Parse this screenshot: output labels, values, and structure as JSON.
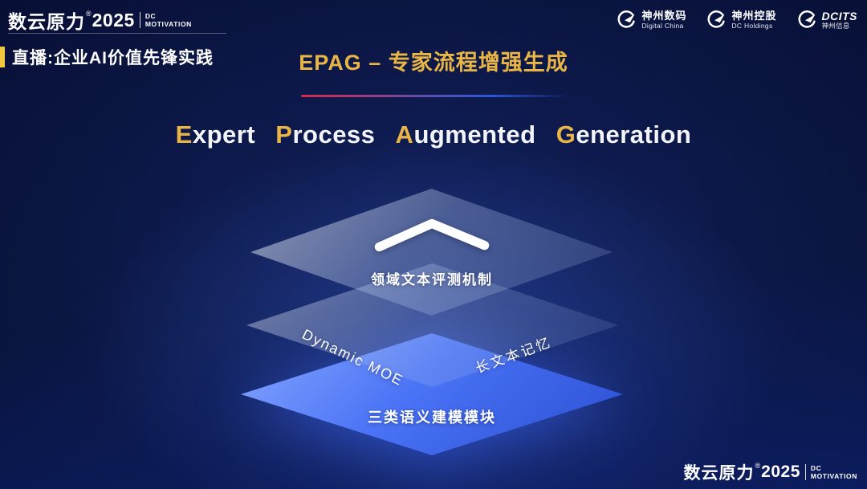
{
  "top_left": {
    "brand": "数云原力",
    "reg": "®",
    "year": "2025",
    "dc": "DC",
    "motivation": "MOTIVATION",
    "live": "直播:企业AI价值先锋实践"
  },
  "partners": [
    {
      "title": "神州数码",
      "subtitle": "Digital China"
    },
    {
      "title": "神州控股",
      "subtitle": "DC Holdings"
    },
    {
      "title": "DCITS",
      "subtitle": "神州信息"
    }
  ],
  "heading": {
    "title": "EPAG – 专家流程增强生成",
    "words": [
      {
        "initial": "E",
        "rest": "xpert"
      },
      {
        "initial": "P",
        "rest": "rocess"
      },
      {
        "initial": "A",
        "rest": "ugmented"
      },
      {
        "initial": "G",
        "rest": "eneration"
      }
    ]
  },
  "diagram": {
    "top_layer_label": "领域文本评测机制",
    "middle_layer_left_label": "Dynamic MOE",
    "middle_layer_right_label": "长文本记忆",
    "bottom_layer_label": "三类语义建模模块"
  },
  "bottom_right": {
    "brand": "数云原力",
    "reg": "®",
    "year": "2025",
    "dc": "DC",
    "motivation": "MOTIVATION"
  },
  "colors": {
    "gold_accent": "#e9b545",
    "live_bar": "#f3c63f",
    "bottom_layer_blue": "#4a73f5",
    "background": "#081239"
  }
}
